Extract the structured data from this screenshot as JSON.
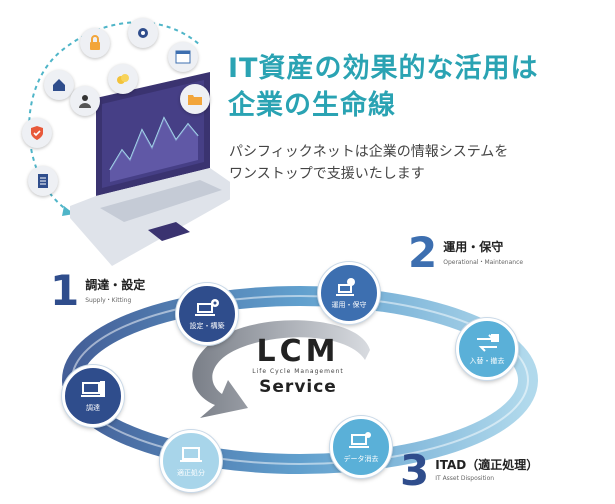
{
  "header": {
    "title_line1": "IT資産の効果的な活用は",
    "title_line2": "企業の生命線",
    "subtitle_line1": "パシフィックネットは企業の情報システムを",
    "subtitle_line2": "ワンストップで支援いたします"
  },
  "steps": [
    {
      "num": "1",
      "label": "調達・設定",
      "en": "Supply・Kitting"
    },
    {
      "num": "2",
      "label": "運用・保守",
      "en": "Operational・Maintenance"
    },
    {
      "num": "3",
      "label": "ITAD（適正処理）",
      "en": "IT Asset Disposition"
    }
  ],
  "nodes": {
    "procure": "調達",
    "setup": "設定・構築",
    "operate": "運用・保守",
    "move": "入替・撤去",
    "erase": "データ消去",
    "dispose": "適正処分"
  },
  "center": {
    "lcm": "LCM",
    "lcm_en": "Life Cycle Management",
    "service": "Service"
  },
  "colors": {
    "teal": "#2aa3b3",
    "navy": "#2f4d8c",
    "blue": "#3d6fb0",
    "light_blue": "#5ab0d8",
    "pale_blue": "#a8d5ea",
    "laptop_screen": "#3a3370",
    "laptop_body": "#dfe3ea"
  }
}
